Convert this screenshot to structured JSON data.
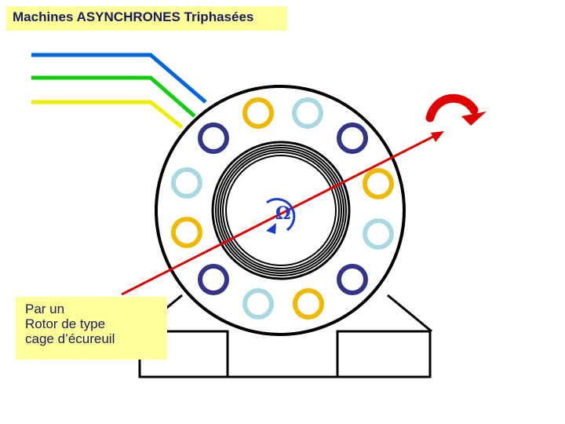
{
  "title": "Machines ASYNCHRONES Triphasées",
  "rotor_symbol": "Ω",
  "caption": [
    "Par un",
    "Rotor de type",
    "cage d’écureuil"
  ],
  "colors": {
    "label_bg": "#ffff99",
    "label_text": "#1a1a5e",
    "phase_1": "#0066dd",
    "phase_2": "#11cc11",
    "phase_3": "#eeee00",
    "coil_navy": "#333388",
    "coil_orange": "#f0b800",
    "coil_lightblue": "#a8d8e0",
    "shaft_axis": "#e00000",
    "rotation_arrow": "#e00000",
    "omega_arrow": "#1a3ccc"
  },
  "icons": [
    "rotation-direction-arrow-icon",
    "omega-rotation-arrow-icon"
  ]
}
